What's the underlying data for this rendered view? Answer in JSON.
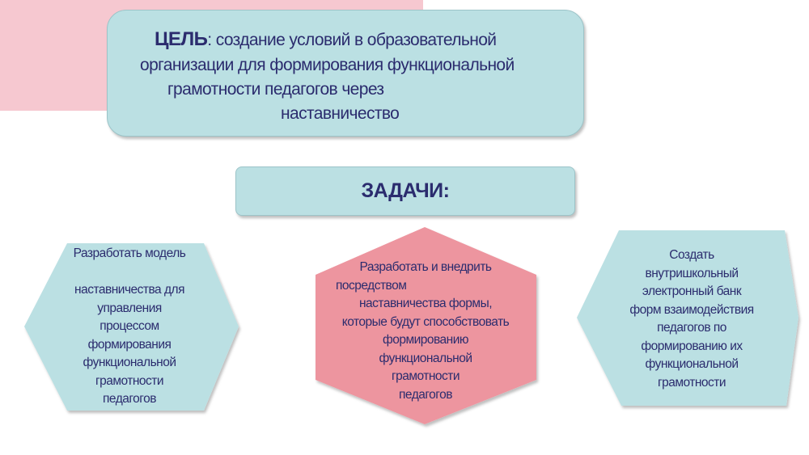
{
  "goal": {
    "title": "ЦЕЛЬ",
    "line1_rest": ": создание условий в образовательной",
    "line2": "организации для формирования функциональной",
    "line3": "грамотности педагогов через",
    "line4": "наставничество"
  },
  "tasks": {
    "title": "ЗАДАЧИ:",
    "items": [
      {
        "lines": [
          "Разработать модель",
          "",
          "наставничества для",
          "управления",
          "процессом",
          "формирования",
          "функциональной",
          "грамотности",
          "педагогов"
        ]
      },
      {
        "lines": [
          "Разработать и внедрить",
          "посредством",
          "наставничества формы,",
          "которые будут способствовать",
          "формированию",
          "функциональной",
          "грамотности",
          "педагогов"
        ]
      },
      {
        "lines": [
          "Создать",
          "внутришкольный",
          "электронный банк",
          "форм взаимодействия",
          "педагогов по",
          "формированию их",
          "функциональной",
          "грамотности"
        ]
      }
    ]
  },
  "colors": {
    "teal": "#bbe0e3",
    "pink": "#ed959f",
    "pink_light": "#f6c8d0",
    "text": "#2b2c6e"
  }
}
